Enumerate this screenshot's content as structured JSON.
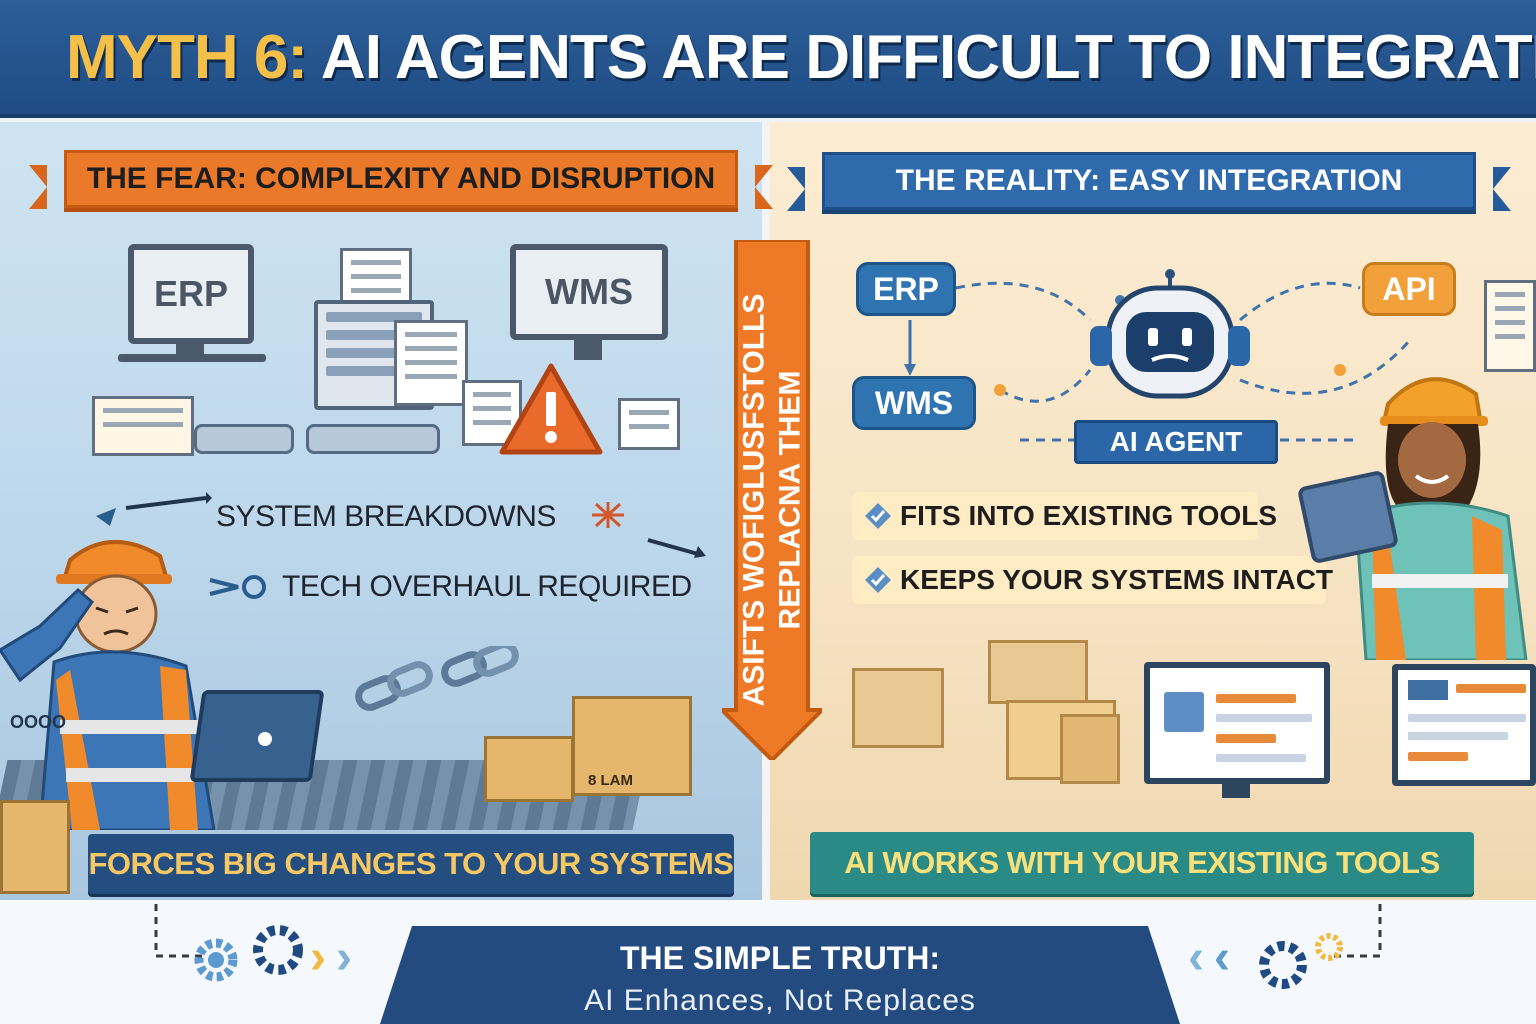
{
  "header": {
    "title_highlight": "MYTH 6:",
    "title_rest": " AI AGENTS ARE DIFFICULT TO INTEGRATE"
  },
  "left_panel": {
    "ribbon": "THE FEAR: COMPLEXITY AND DISRUPTION",
    "monitors": [
      "ERP",
      "WMS"
    ],
    "fears": [
      "SYSTEM BREAKDOWNS",
      "TECH OVERHAUL REQUIRED"
    ],
    "box_label": "8 LAM",
    "side_label": "OOOO",
    "banner": "FORCES BIG CHANGES TO YOUR SYSTEMS"
  },
  "center_arrow": {
    "line1": "ASIFTS WOFIGLUSFSTOLLS",
    "line2": "REPLACNA THEM"
  },
  "right_panel": {
    "ribbon": "THE REALITY: EASY INTEGRATION",
    "tags": {
      "erp": "ERP",
      "wms": "WMS",
      "api": "API"
    },
    "agent_label": "AI AGENT",
    "benefits": [
      "FITS INTO EXISTING TOOLS",
      "KEEPS YOUR SYSTEMS INTACT"
    ],
    "banner": "AI WORKS WITH YOUR EXISTING TOOLS"
  },
  "footer": {
    "title": "THE SIMPLE TRUTH:",
    "subtitle": "AI Enhances, Not Replaces"
  },
  "colors": {
    "header_bg": "#1f4b82",
    "highlight": "#f5c04a",
    "fear_orange": "#ea7a2a",
    "reality_blue": "#2f6aac",
    "teal_banner": "#2a8a85"
  }
}
